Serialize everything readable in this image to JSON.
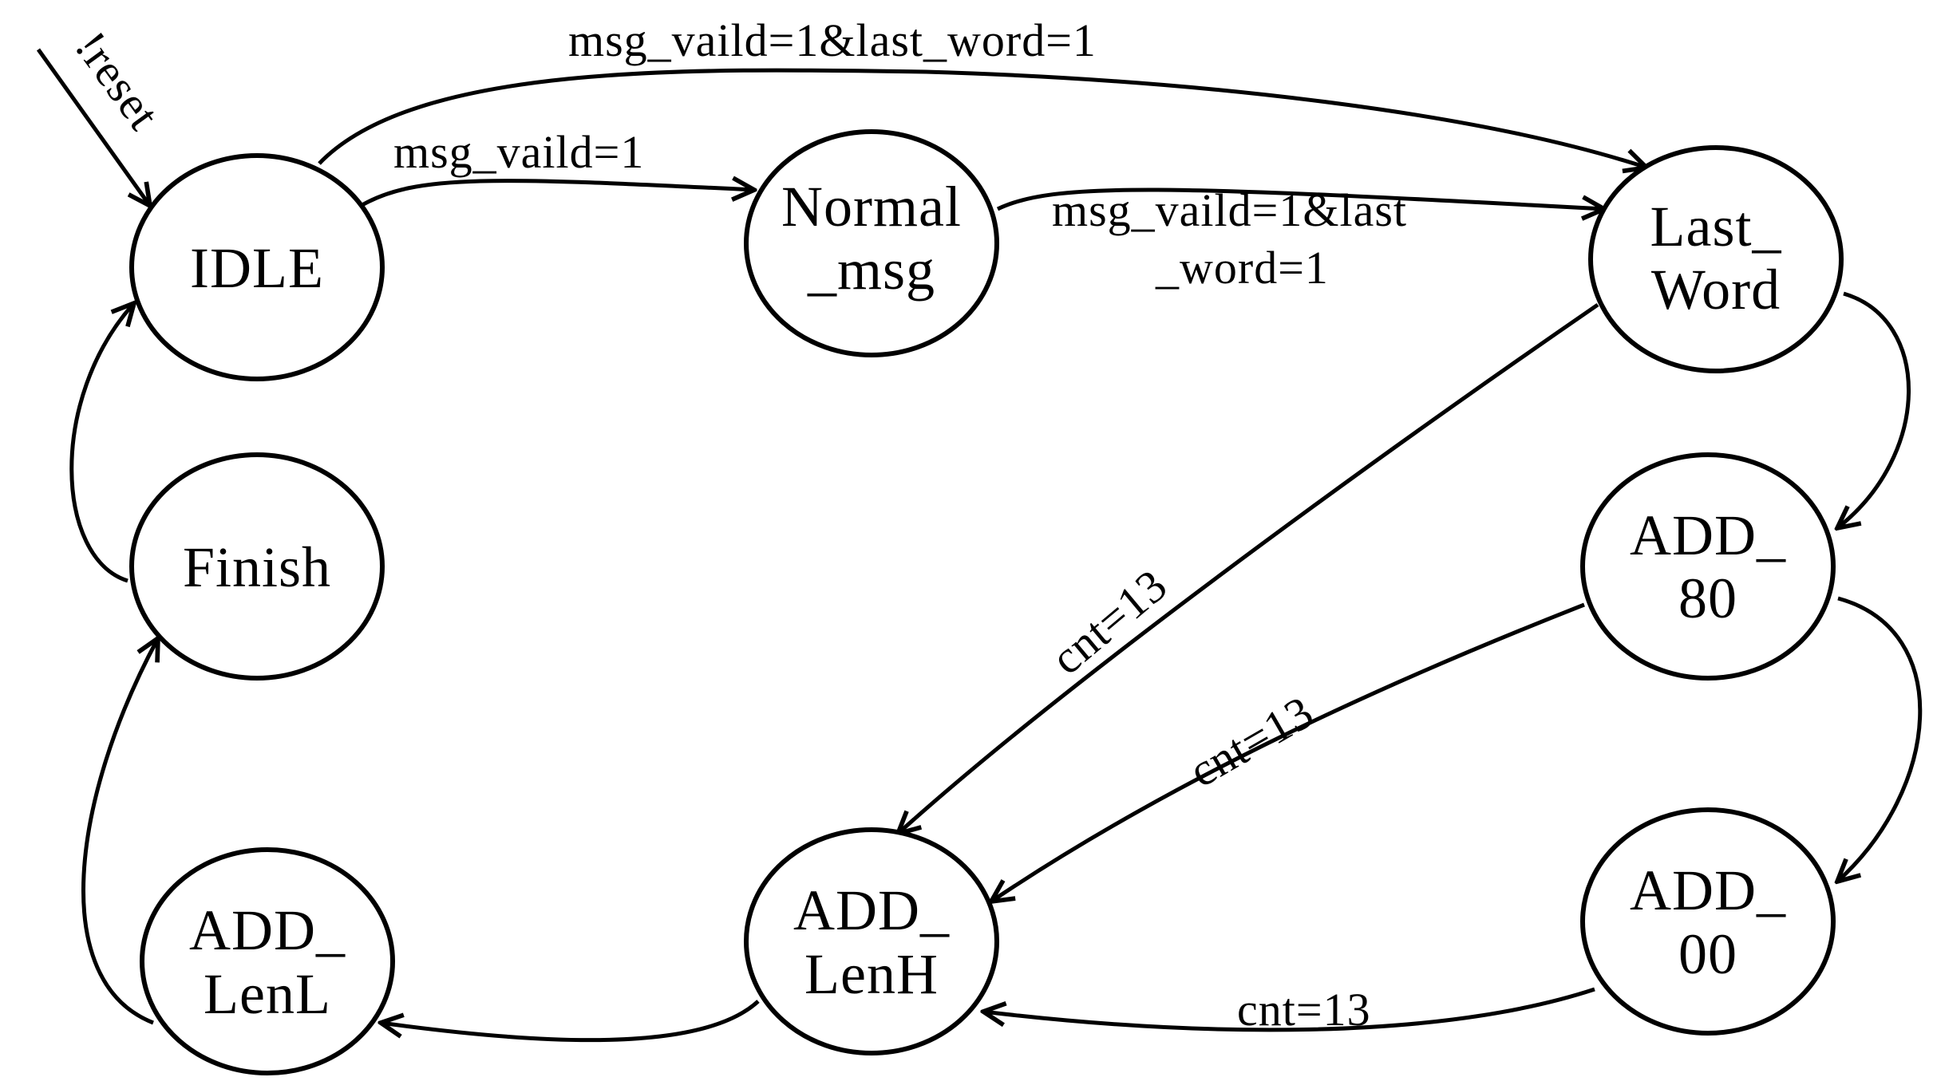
{
  "states": {
    "idle": {
      "label": "IDLE"
    },
    "normal_msg": {
      "line1": "Normal",
      "line2": "_msg"
    },
    "last_word": {
      "line1": "Last_",
      "line2": "Word"
    },
    "add_80": {
      "line1": "ADD_",
      "line2": "80"
    },
    "add_00": {
      "line1": "ADD_",
      "line2": "00"
    },
    "add_lenh": {
      "line1": "ADD_",
      "line2": "LenH"
    },
    "add_lenl": {
      "line1": "ADD_",
      "line2": "LenL"
    },
    "finish": {
      "label": "Finish"
    }
  },
  "transitions": {
    "reset": "!reset",
    "idle_to_last_word": "msg_vaild=1&last_word=1",
    "idle_to_normal_msg": "msg_vaild=1",
    "normal_msg_to_last_word_line1": "msg_vaild=1&last",
    "normal_msg_to_last_word_line2": "_word=1",
    "last_word_to_add_lenh": "cnt=13",
    "add_80_to_add_lenh": "cnt=13",
    "add_00_to_add_lenh": "cnt=13"
  },
  "colors": {
    "stroke": "#000000",
    "background": "#ffffff"
  }
}
